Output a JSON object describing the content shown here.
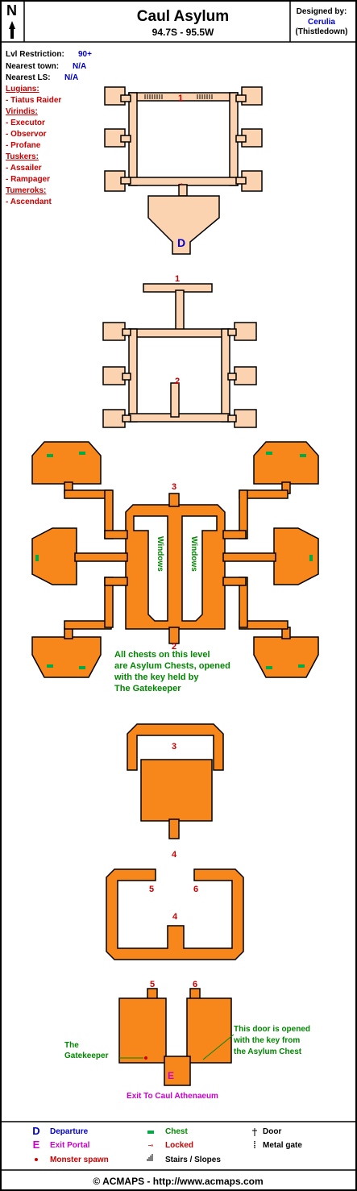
{
  "header": {
    "north": "N",
    "title": "Caul Asylum",
    "coords": "94.7S - 95.5W",
    "designed_by_label": "Designed by:",
    "designer": "Cerulia",
    "server": "(Thistledown)"
  },
  "info": {
    "lvl_label": "Lvl Restriction:",
    "lvl_value": "90+",
    "town_label": "Nearest town:",
    "town_value": "N/A",
    "ls_label": "Nearest LS:",
    "ls_value": "N/A"
  },
  "monsters": [
    {
      "group": "Lugians:",
      "items": [
        "- Tiatus Raider"
      ]
    },
    {
      "group": "Virindis:",
      "items": [
        "- Executor",
        "- Observor",
        "- Profane"
      ]
    },
    {
      "group": "Tuskers:",
      "items": [
        "- Assailer",
        "- Rampager"
      ]
    },
    {
      "group": "Tumeroks:",
      "items": [
        "- Ascendant"
      ]
    }
  ],
  "map_labels": {
    "departure_marker": "D",
    "exit_marker": "E",
    "n1a": "1",
    "n1b": "1",
    "n2a": "2",
    "n2b": "2",
    "n3a": "3",
    "n3b": "3",
    "n4a": "4",
    "n4b": "4",
    "n5a": "5",
    "n5b": "5",
    "n6a": "6",
    "n6b": "6",
    "windows": "Windows"
  },
  "notes": {
    "chests_note": [
      "All chests on this level",
      "are Asylum Chests, opened",
      "with the key held by",
      "The Gatekeeper"
    ],
    "gatekeeper": [
      "The",
      "Gatekeeper"
    ],
    "door_note": [
      "This door is opened",
      "with the key from",
      "the Asylum Chest"
    ],
    "exit_note": "Exit To Caul Athenaeum"
  },
  "legend": {
    "departure_icon": "D",
    "departure": "Departure",
    "exit_icon": "E",
    "exit": "Exit Portal",
    "spawn": "Monster spawn",
    "chest": "Chest",
    "locked": "Locked",
    "stairs": "Stairs / Slopes",
    "door": "Door",
    "metal_gate": "Metal gate"
  },
  "footer": "© ACMAPS - http://www.acmaps.com",
  "colors": {
    "level1_fill": "#fcd3b1",
    "dungeon_fill": "#f7861b",
    "outline": "#000000",
    "title_red": "#cc0000",
    "link_blue": "#0000cc",
    "note_green": "#008800",
    "exit_magenta": "#cc00cc",
    "chest_green": "#00aa44"
  }
}
